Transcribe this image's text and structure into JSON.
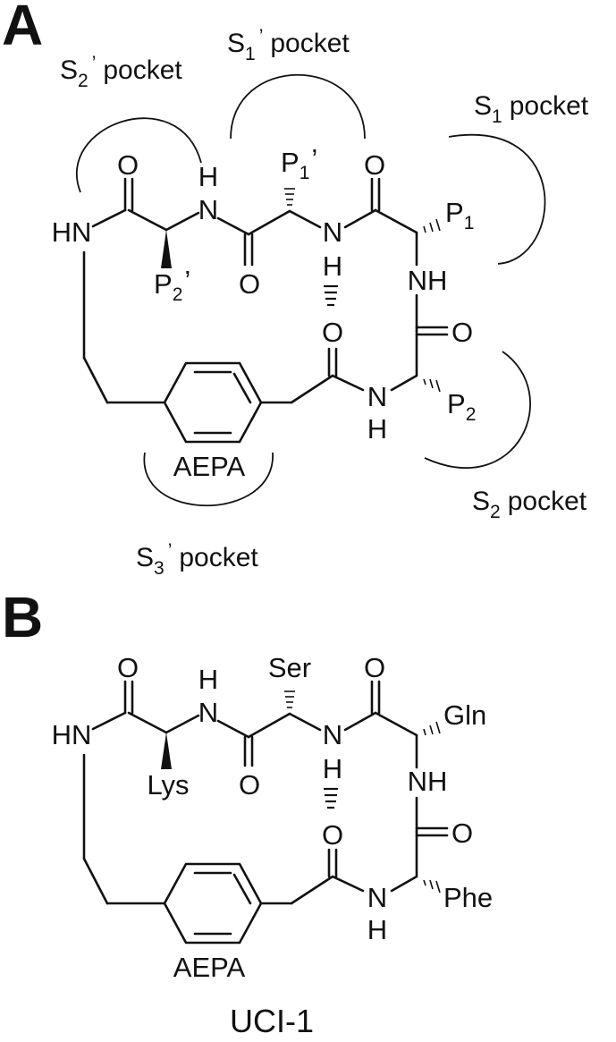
{
  "panel_a": {
    "letter": "A",
    "pockets": {
      "s2p": {
        "main": "S",
        "sub": "2",
        "sup": "’",
        "rest": "pocket"
      },
      "s1p": {
        "main": "S",
        "sub": "1",
        "sup": "’",
        "rest": "pocket"
      },
      "s1": {
        "main": "S",
        "sub": "1",
        "rest": "pocket"
      },
      "s2": {
        "main": "S",
        "sub": "2",
        "rest": "pocket"
      },
      "s3p": {
        "main": "S",
        "sub": "3",
        "sup": "’",
        "rest": "pocket"
      }
    },
    "side_chains": {
      "p1p": {
        "main": "P",
        "sub": "1",
        "sup": "’"
      },
      "p2p": {
        "main": "P",
        "sub": "2",
        "sup": "’"
      },
      "p1": {
        "main": "P",
        "sub": "1"
      },
      "p2": {
        "main": "P",
        "sub": "2"
      }
    },
    "atoms": {
      "o": "O",
      "h": "H",
      "n": "N",
      "hn": "HN",
      "nh": "NH"
    },
    "linker": "AEPA"
  },
  "panel_b": {
    "letter": "B",
    "side_chains": {
      "ser": "Ser",
      "lys": "Lys",
      "gln": "Gln",
      "phe": "Phe"
    },
    "atoms": {
      "o": "O",
      "h": "H",
      "n": "N",
      "hn": "HN",
      "nh": "NH"
    },
    "linker": "AEPA",
    "caption": "UCI-1"
  },
  "colors": {
    "ink": "#111111",
    "background": "#ffffff"
  }
}
